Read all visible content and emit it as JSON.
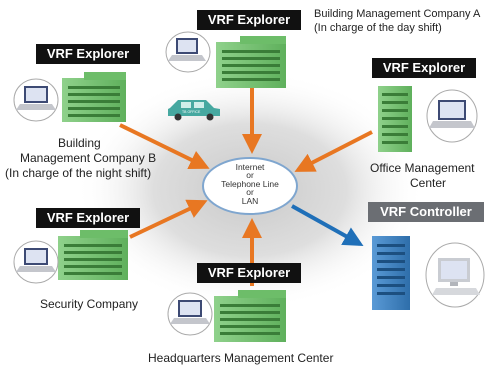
{
  "hub": {
    "line1": "Internet",
    "line2": "or",
    "line3": "Telephone Line",
    "line4": "or",
    "line5": "LAN"
  },
  "car_text": "TB OFFICE",
  "tags": {
    "top": "VRF Explorer",
    "top_left": "VRF Explorer",
    "right": "VRF Explorer",
    "left_bottom": "VRF Explorer",
    "bottom": "VRF Explorer",
    "controller": "VRF Controller"
  },
  "labels": {
    "company_a_1": "Building Management Company A",
    "company_a_2": "(In charge of the day shift)",
    "company_b_1": "Building",
    "company_b_2": "Management Company B",
    "company_b_3": "(In charge of the night shift)",
    "office_1": "Office Management",
    "office_2": "Center",
    "security": "Security Company",
    "hq": "Headquarters Management Center"
  },
  "colors": {
    "arrow": "#e87722",
    "controller_arrow": "#1f6fb8",
    "building": "#7cc97a",
    "server": "#3f86c6"
  }
}
